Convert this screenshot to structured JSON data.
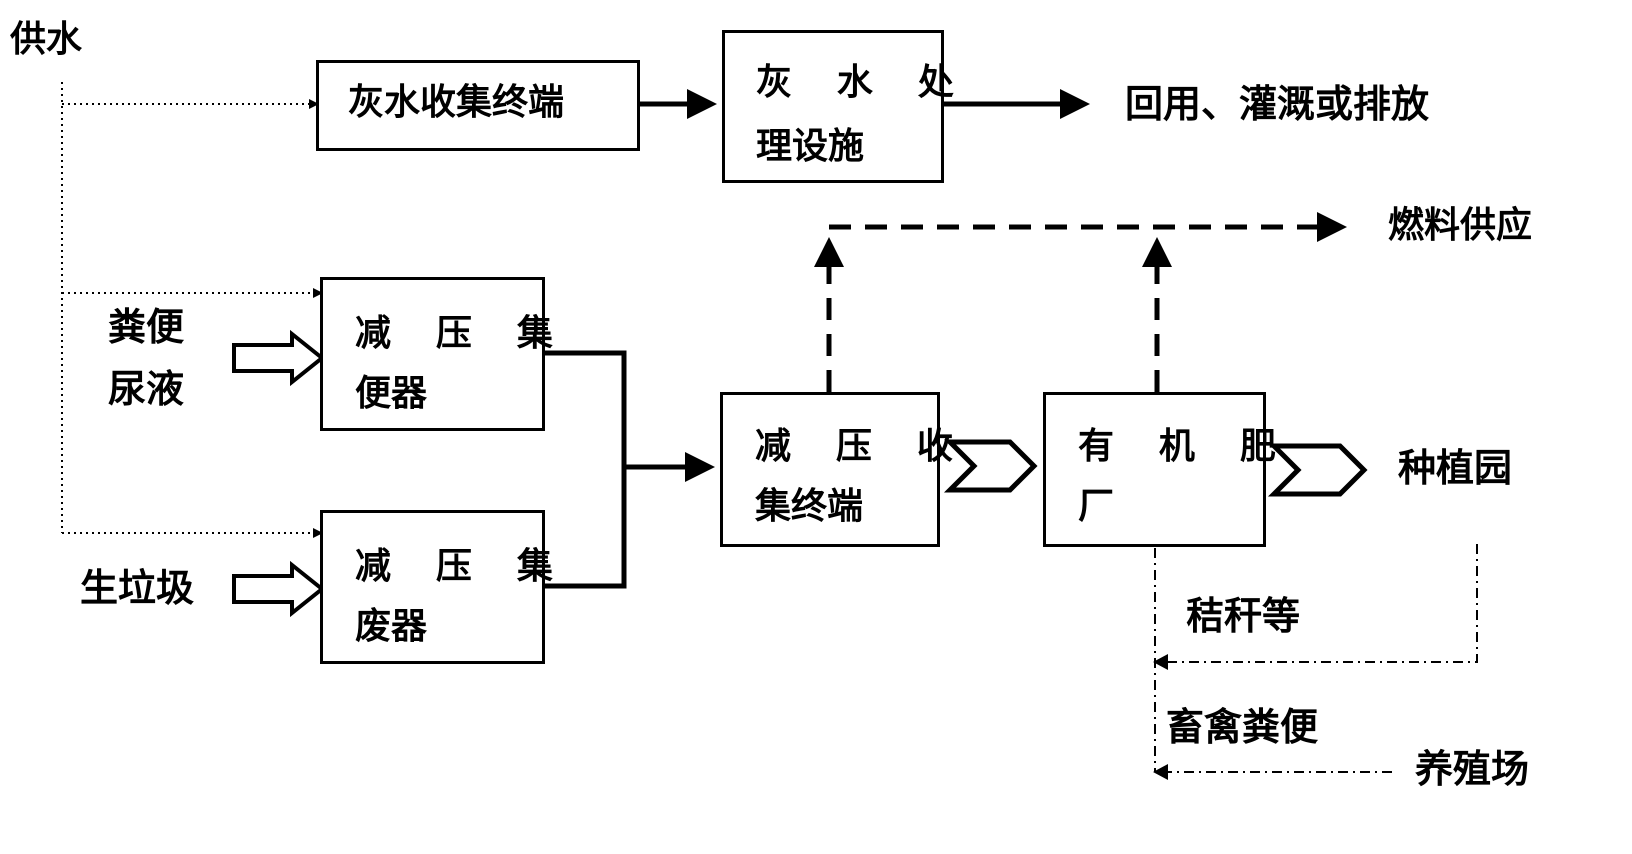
{
  "nodes": {
    "greywater_terminal": "灰水收集终端",
    "greywater_treatment": {
      "line1": "灰 水 处",
      "line2": "理设施"
    },
    "toilet": {
      "line1": "减 压 集",
      "line2": "便器"
    },
    "waste_collector": {
      "line1": "减 压 集",
      "line2": "废器"
    },
    "vacuum_terminal": {
      "line1": "减 压 收",
      "line2": "集终端"
    },
    "fertilizer_plant": {
      "line1": "有 机 肥",
      "line2": "厂"
    }
  },
  "labels": {
    "water_supply": "供水",
    "reuse": "回用、灌溉或排放",
    "fuel": "燃料供应",
    "excreta": {
      "line1": "粪便",
      "line2": "尿液"
    },
    "garbage": "生垃圾",
    "plantation": "种植园",
    "straw": "秸秆等",
    "manure": "畜禽粪便",
    "farm": "养殖场"
  }
}
